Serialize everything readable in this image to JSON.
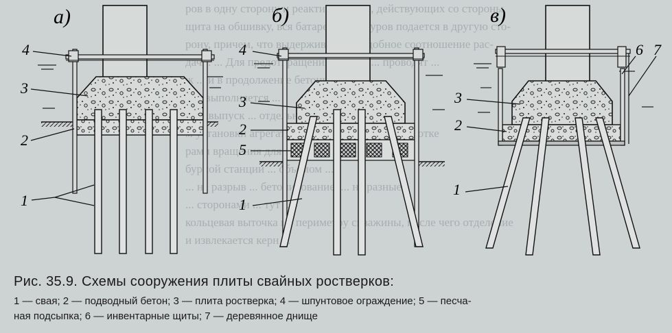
{
  "figure": {
    "panels": [
      {
        "letter": "а)",
        "labels": {
          "n1": "1",
          "n2": "2",
          "n3": "3",
          "n4": "4"
        }
      },
      {
        "letter": "б)",
        "labels": {
          "n1": "1",
          "n2": "2",
          "n3": "3",
          "n4": "4",
          "n5": "5"
        }
      },
      {
        "letter": "в)",
        "labels": {
          "n1": "1",
          "n2": "2",
          "n3": "3",
          "n6": "6",
          "n7": "7"
        }
      }
    ]
  },
  "background_text": [
    "ров в одну сторону и реактивных сил, действующих со стороны",
    "щита на обшивку, вся батарея турбобуров подается в другую сто-",
    "рону, причем, что выдерживается подобное соотношение рас-",
    "дачи. ... Для предотвращения отрыва ... проводят ...",
    "ж ... и в продолжение бетонирования ...",
    "с ... выполняется ...",
    "... навыпуск ... отдельно ...",
    "м установки агрегата ... одновременной разработке",
    "рами вращения для пилонов ... применяются",
    "бурной станции ... объемом ...",
    "... на разрыв ... бетонирование, ... на разные",
    "... сторонами ... тут ...",
    "кольцевая выточка по периметру скважины, после чего отделение",
    "и извлекается керн ..."
  ],
  "caption": {
    "title": "Рис. 35.9. Схемы сооружения плиты свайных ростверков:",
    "legend_line1": "1 — свая; 2 — подводный бетон; 3 — плита ростверка; 4 — шпунтовое ограждение; 5 — песча-",
    "legend_line2": "ная подсыпка; 6 — инвентарные щиты; 7 — деревянное днище"
  }
}
